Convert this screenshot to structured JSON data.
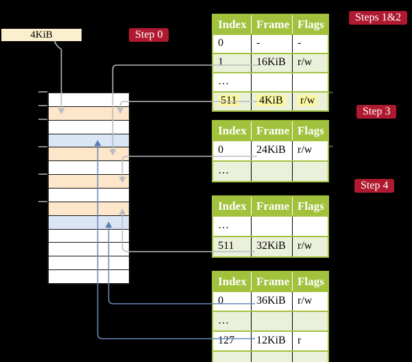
{
  "frame_size_label": "4KiB",
  "step_badges": {
    "step0": "Step 0",
    "steps12": "Steps 1&2",
    "step3": "Step 3",
    "step4": "Step 4"
  },
  "tables": [
    {
      "name": "page-table-steps-1-2",
      "headers": [
        "Index",
        "Frame",
        "Flags"
      ],
      "rows": [
        {
          "cells": [
            "0",
            "-",
            "-"
          ],
          "shaded": false,
          "highlight": false
        },
        {
          "cells": [
            "1",
            "16KiB",
            "r/w"
          ],
          "shaded": true,
          "highlight": false
        },
        {
          "cells": [
            "…",
            "",
            ""
          ],
          "shaded": false,
          "highlight": false
        },
        {
          "cells": [
            "511",
            "4KiB",
            "r/w"
          ],
          "shaded": true,
          "highlight": true
        }
      ]
    },
    {
      "name": "page-table-step-3",
      "headers": [
        "Index",
        "Frame",
        "Flags"
      ],
      "rows": [
        {
          "cells": [
            "0",
            "24KiB",
            "r/w"
          ],
          "shaded": false,
          "highlight": false
        },
        {
          "cells": [
            "…",
            "",
            ""
          ],
          "shaded": true,
          "highlight": false
        }
      ]
    },
    {
      "name": "page-table-step-4",
      "headers": [
        "Index",
        "Frame",
        "Flags"
      ],
      "rows": [
        {
          "cells": [
            "…",
            "",
            ""
          ],
          "shaded": false,
          "highlight": false
        },
        {
          "cells": [
            "511",
            "32KiB",
            "r/w"
          ],
          "shaded": true,
          "highlight": false
        }
      ]
    },
    {
      "name": "page-table-final",
      "headers": [
        "Index",
        "Frame",
        "Flags"
      ],
      "rows": [
        {
          "cells": [
            "0",
            "36KiB",
            "r/w"
          ],
          "shaded": false,
          "highlight": false
        },
        {
          "cells": [
            "…",
            "",
            ""
          ],
          "shaded": true,
          "highlight": false
        },
        {
          "cells": [
            "127",
            "12KiB",
            "r"
          ],
          "shaded": false,
          "highlight": false
        },
        {
          "cells": [
            "…",
            "",
            ""
          ],
          "shaded": true,
          "highlight": false
        }
      ]
    }
  ],
  "memory_stack": {
    "rows": [
      "plain",
      "frame-peach",
      "plain",
      "frame-blue",
      "frame-peach",
      "plain",
      "frame-peach",
      "plain",
      "frame-peach",
      "frame-blue",
      "plain",
      "plain",
      "plain",
      "plain"
    ]
  },
  "colors": {
    "table_green": "#a2c13c",
    "row_shade_green": "#eaf0da",
    "highlight_yellow": "#fbf8a3",
    "badge_red": "#b01a31",
    "frame_peach": "#fde6c9",
    "frame_blue": "#dae6f5",
    "arrow_gray": "#b9bcc0",
    "arrow_blue": "#6787b7",
    "frame_label_bg": "#fbf0ce"
  }
}
